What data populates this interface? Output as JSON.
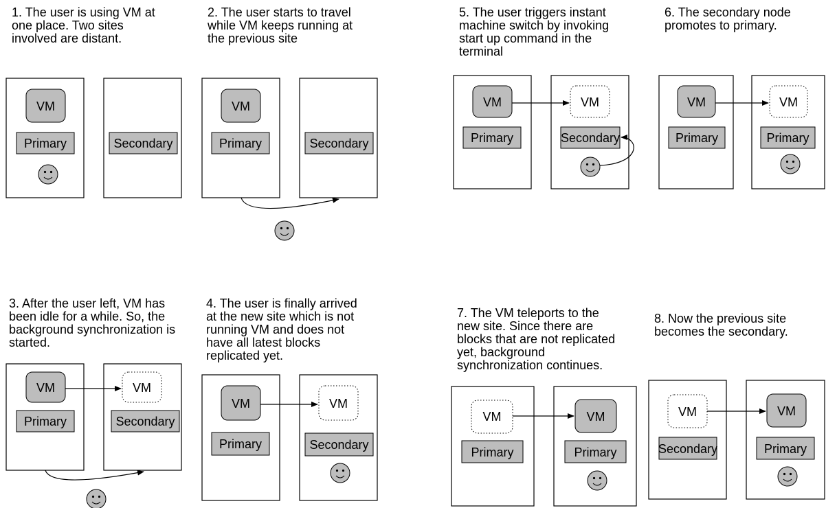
{
  "captions": [
    "1. The user is using VM at\none place. Two sites\ninvolved are distant.",
    "2. The user starts to travel\nwhile VM keeps running at\nthe previous site",
    "3. After the user left, VM has\nbeen idle for a while. So, the\nbackground synchronization is\nstarted.",
    "4. The user is finally arrived\nat the new site which is not\nrunning VM and does not\nhave all latest blocks\nreplicated yet.",
    "5. The user triggers instant\nmachine switch by invoking\nstart up command in the\nterminal",
    "6. The secondary node\npromotes to primary.",
    "7. The VM teleports to the\nnew site. Since there are\nblocks that are not replicated\nyet, background\nsynchronization continues.",
    "8. Now the previous site\nbecomes the secondary."
  ],
  "labels": {
    "vm": "VM",
    "primary": "Primary",
    "secondary": "Secondary"
  },
  "colors": {
    "fill_gray": "#bdbdbd",
    "stroke": "#000000",
    "background": "#ffffff"
  }
}
